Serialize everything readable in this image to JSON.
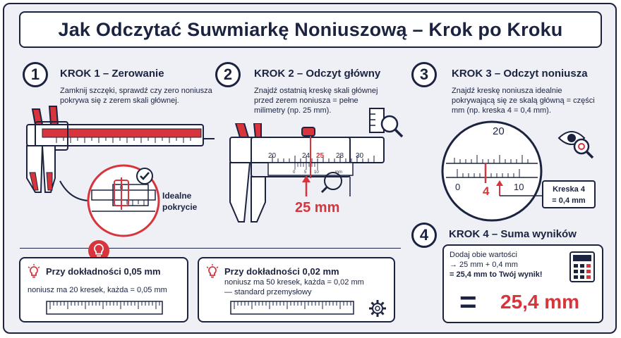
{
  "title": "Jak Odczytać Suwmiarkę Noniuszową – Krok po Kroku",
  "colors": {
    "navy": "#1b2340",
    "red": "#d8343c",
    "background": "#eef0f5"
  },
  "step1": {
    "number": "1",
    "title": "KROK 1 – Zerowanie",
    "desc": [
      "Zamknij szczęki, sprawdź czy zero noniusza",
      "pokrywa się z zerem skali głównej."
    ],
    "callout": [
      "Idealne",
      "pokrycie"
    ],
    "zoom_label": "0"
  },
  "step2": {
    "number": "2",
    "title": "KROK 2 – Odczyt główny",
    "desc": [
      "Znajdź ostatnią kreskę skali głównej",
      "przed zerem noniusza = pełne",
      "milimetry (np. 25 mm)."
    ],
    "main_ticks": [
      "20",
      "24",
      "25",
      "28",
      "30"
    ],
    "vernier_ticks": [
      "0",
      "5",
      "10"
    ],
    "vernier_unit": "mm",
    "reading": "25 mm"
  },
  "step3": {
    "number": "3",
    "title": "KROK 3 – Odczyt noniusza",
    "desc": [
      "Znajdź kreskę noniusza idealnie",
      "pokrywającą się ze skalą główną = części",
      "mm (np. kreska 4 = 0,4 mm)."
    ],
    "scale_top": "20",
    "scale_bottom": [
      "0",
      "10"
    ],
    "highlight": "4",
    "callout": [
      "Kreska 4",
      "= 0,4 mm"
    ]
  },
  "step4": {
    "number": "4",
    "title": "KROK 4 – Suma wyników",
    "lines": [
      "Dodaj obie wartości",
      "→ 25 mm + 0,4 mm",
      "= 25,4 mm to Twój wynik!"
    ],
    "equals": "=",
    "result": "25,4 mm"
  },
  "tip1": {
    "title": "Przy dokładności 0,05 mm",
    "text": [
      "noniusz ma 20 kresek, każda = 0,05 mm"
    ]
  },
  "tip2": {
    "title": "Przy dokładności 0,02 mm",
    "text": [
      "noniusz ma 50 kresek, każda = 0,02 mm",
      "— standard przemysłowy"
    ]
  },
  "icons": [
    "magnifier-icon",
    "eye-icon",
    "calculator-icon",
    "lightbulb-icon",
    "gear-icon",
    "check-icon"
  ]
}
